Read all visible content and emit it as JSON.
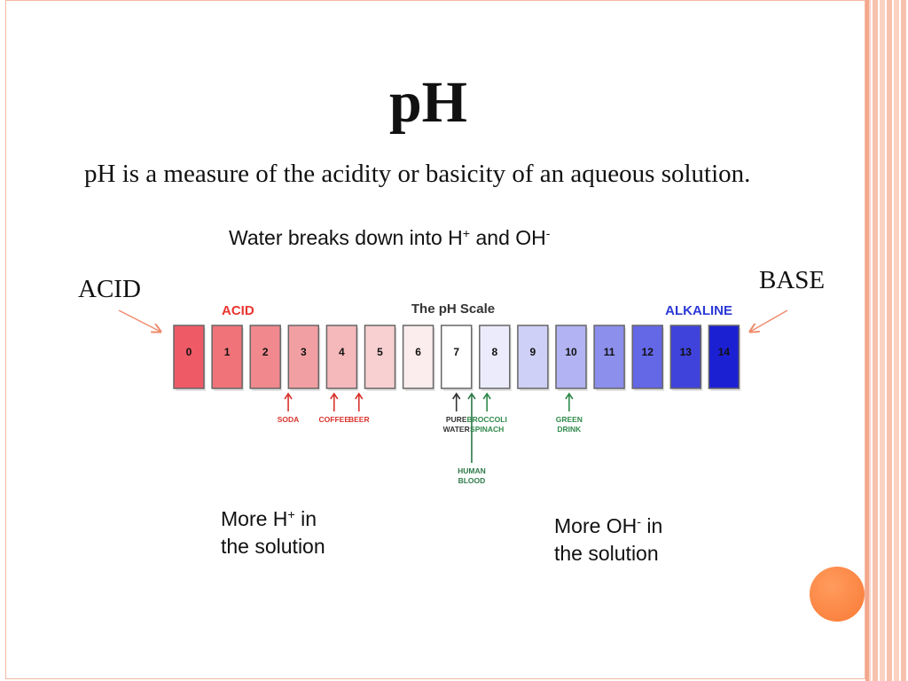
{
  "title": "pH",
  "subtitle": "pH is a measure of the acidity or basicity of an aqueous solution.",
  "water_note": {
    "text": "Water breaks down into H",
    "sup1": "+",
    "mid": " and OH",
    "sup2": "-"
  },
  "acid_label": "ACID",
  "base_label": "BASE",
  "more_h": {
    "line1": "More H",
    "sup": "+",
    "line1_end": " in",
    "line2": "the solution"
  },
  "more_oh": {
    "line1": "More OH",
    "sup": "-",
    "line1_end": " in",
    "line2": "the solution"
  },
  "scale": {
    "header_center": "The pH Scale",
    "header_left": "ACID",
    "header_right": "ALKALINE",
    "values": [
      "0",
      "1",
      "2",
      "3",
      "4",
      "5",
      "6",
      "7",
      "8",
      "9",
      "10",
      "11",
      "12",
      "13",
      "14"
    ],
    "fills": [
      "#ee5a66",
      "#ef7379",
      "#f0888d",
      "#f29fa3",
      "#f5b8bb",
      "#f8d0d2",
      "#fbeced",
      "#ffffff",
      "#ebebfb",
      "#cfd0f7",
      "#b1b3f2",
      "#8c8fec",
      "#6467e6",
      "#3f43db",
      "#1c20d3"
    ],
    "text_colors": [
      "#111",
      "#111",
      "#111",
      "#111",
      "#111",
      "#111",
      "#111",
      "#111",
      "#111",
      "#111",
      "#111",
      "#111",
      "#111",
      "#111",
      "#111"
    ],
    "acid_color": "#e8352e",
    "alkaline_color": "#2b39d6",
    "markers": [
      {
        "index": 2.6,
        "lines": [
          "SODA"
        ],
        "color": "#d8332c"
      },
      {
        "index": 3.8,
        "lines": [
          "COFFEE"
        ],
        "color": "#d8332c"
      },
      {
        "index": 4.45,
        "lines": [
          "BEER"
        ],
        "color": "#d8332c"
      },
      {
        "index": 7.0,
        "lines": [
          "PURE",
          "WATER"
        ],
        "color": "#333333"
      },
      {
        "index": 7.8,
        "lines": [
          "BROCCOLI",
          "SPINACH"
        ],
        "color": "#2f8a4a"
      },
      {
        "index": 9.95,
        "lines": [
          "GREEN",
          "DRINK"
        ],
        "color": "#2f8a4a"
      },
      {
        "index": 7.4,
        "lines": [
          "HUMAN",
          "BLOOD"
        ],
        "color": "#2f7a4a",
        "long": true
      }
    ]
  },
  "colors": {
    "arrow": "#f08a6a",
    "accent_orb": "#f97a35"
  }
}
